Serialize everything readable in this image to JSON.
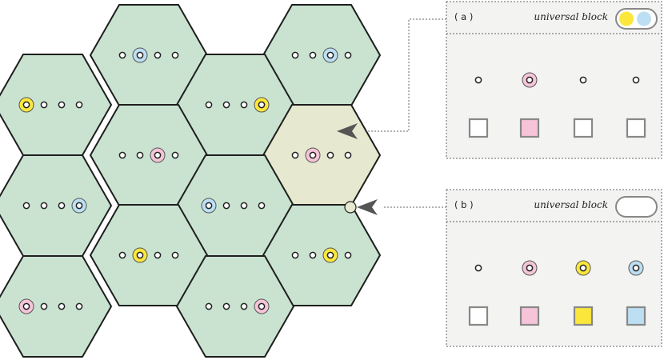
{
  "colors": {
    "cell_fill": "#c9e3d0",
    "cell_stroke": "#1e1e1e",
    "highlight_fill": "#e6e8cf",
    "panel_bg": "#f3f3f1",
    "dot_plain": "#ffffff",
    "pink": "#f5c4d8",
    "yellow": "#fbe73b",
    "blue": "#bcdff3",
    "arrow": "#555555"
  },
  "cells": [
    {
      "highlighted": false,
      "beads": [
        "plain",
        "blue",
        "plain",
        "plain"
      ]
    },
    {
      "highlighted": false,
      "beads": [
        "plain",
        "plain",
        "blue",
        "plain"
      ]
    },
    {
      "highlighted": false,
      "beads": [
        "yellow",
        "plain",
        "plain",
        "plain"
      ]
    },
    {
      "highlighted": false,
      "beads": [
        "plain",
        "plain",
        "plain",
        "yellow"
      ]
    },
    {
      "highlighted": false,
      "beads": [
        "plain",
        "plain",
        "pink",
        "plain"
      ]
    },
    {
      "highlighted": true,
      "beads": [
        "plain",
        "pink",
        "plain",
        "plain"
      ]
    },
    {
      "highlighted": false,
      "beads": [
        "plain",
        "plain",
        "plain",
        "blue"
      ]
    },
    {
      "highlighted": false,
      "beads": [
        "blue",
        "plain",
        "plain",
        "plain"
      ]
    },
    {
      "highlighted": false,
      "beads": [
        "plain",
        "yellow",
        "plain",
        "plain"
      ]
    },
    {
      "highlighted": false,
      "beads": [
        "plain",
        "plain",
        "yellow",
        "plain"
      ]
    },
    {
      "highlighted": false,
      "beads": [
        "pink",
        "plain",
        "plain",
        "plain"
      ]
    },
    {
      "highlighted": false,
      "beads": [
        "plain",
        "plain",
        "plain",
        "pink"
      ]
    }
  ],
  "panels": [
    {
      "tag": "( a )",
      "title": "universal block",
      "toggle": [
        "yellow",
        "blue"
      ],
      "beads": [
        "plain",
        "pink",
        "plain",
        "plain"
      ],
      "boxes": [
        "empty",
        "pink",
        "empty",
        "empty"
      ]
    },
    {
      "tag": "( b )",
      "title": "universal block",
      "toggle": [],
      "beads": [
        "plain",
        "pink",
        "yellow",
        "blue"
      ],
      "boxes": [
        "empty",
        "pink",
        "yellow",
        "blue"
      ]
    }
  ]
}
